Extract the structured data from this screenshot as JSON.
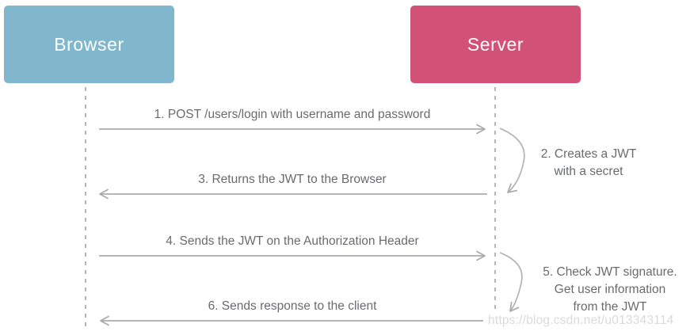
{
  "diagram": {
    "actors": [
      {
        "id": "browser",
        "label": "Browser",
        "color": "#80b7cd",
        "text_color": "#fbfdfd"
      },
      {
        "id": "server",
        "label": "Server",
        "color": "#d25277",
        "text_color": "#fbfdfd"
      }
    ],
    "messages": [
      {
        "step": 1,
        "label": "1. POST /users/login with username and password",
        "from": "browser",
        "to": "server",
        "direction": "right"
      },
      {
        "step": 3,
        "label": "3. Returns the JWT to the Browser",
        "from": "server",
        "to": "browser",
        "direction": "left"
      },
      {
        "step": 4,
        "label": "4. Sends the JWT on the Authorization Header",
        "from": "browser",
        "to": "server",
        "direction": "right"
      },
      {
        "step": 6,
        "label": "6. Sends response to the client",
        "from": "server",
        "to": "browser",
        "direction": "left"
      }
    ],
    "self_actions": [
      {
        "step": 2,
        "actor": "server",
        "lines": [
          "2. Creates a JWT",
          "with a secret"
        ]
      },
      {
        "step": 5,
        "actor": "server",
        "lines": [
          "5. Check JWT signature.",
          "Get user information",
          "from the JWT"
        ]
      }
    ],
    "watermark": "https://blog.csdn.net/u013343114",
    "colors": {
      "arrow": "#a9abae",
      "lifeline": "#b4b6b9",
      "label_text": "#696b6e",
      "watermark_text": "#babcbe"
    }
  }
}
